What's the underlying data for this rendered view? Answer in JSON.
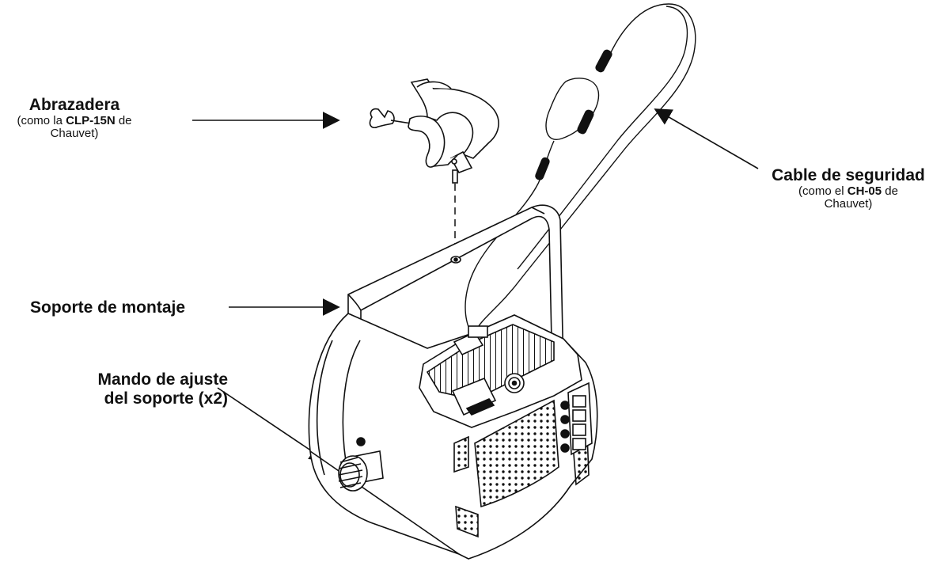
{
  "labels": {
    "clamp": {
      "title": "Abrazadera",
      "sub_prefix": "(como la ",
      "sub_bold": "CLP-15N",
      "sub_suffix": " de",
      "sub_line2": "Chauvet)"
    },
    "cable": {
      "title": "Cable de seguridad",
      "sub_prefix": "(como el ",
      "sub_bold": "CH-05",
      "sub_suffix": " de",
      "sub_line2": "Chauvet)"
    },
    "bracket": {
      "title": "Soporte de montaje"
    },
    "knob": {
      "line1": "Mando de ajuste",
      "line2": "del soporte (x2)"
    }
  },
  "colors": {
    "ink": "#111111",
    "background": "#ffffff"
  }
}
